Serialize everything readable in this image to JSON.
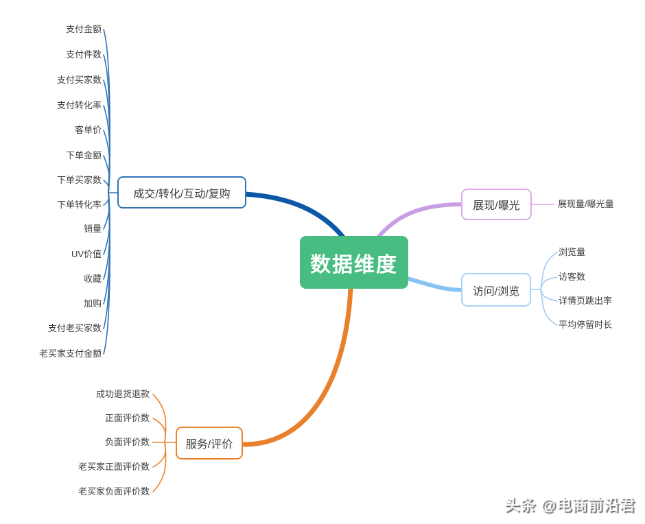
{
  "central": {
    "label": "数据维度"
  },
  "branches": [
    {
      "label": "成交/转化/互动/复购",
      "children": [
        "支付金额",
        "支付件数",
        "支付买家数",
        "支付转化率",
        "客单价",
        "下单金额",
        "下单买家数",
        "下单转化率",
        "销量",
        "UV价值",
        "收藏",
        "加购",
        "支付老买家数",
        "老买家支付金额"
      ]
    },
    {
      "label": "展现/曝光",
      "children": [
        "展现量/曝光量"
      ]
    },
    {
      "label": "访问/浏览",
      "children": [
        "浏览量",
        "访客数",
        "详情页跳出率",
        "平均停留时长"
      ]
    },
    {
      "label": "服务/评价",
      "children": [
        "成功退货退款",
        "正面评价数",
        "负面评价数",
        "老买家正面评价数",
        "老买家负面评价数"
      ]
    }
  ],
  "watermark": {
    "text": "头条 @电商前沿君"
  },
  "colors": {
    "central_fill": "#47bd82",
    "deal_branch": "#0d57a7",
    "deal_thin": "#2e74b5",
    "impression_branch": "#c99ee4",
    "visit_branch": "#87c3f2",
    "service_branch": "#e8802c",
    "text": "#3d3d3d"
  }
}
